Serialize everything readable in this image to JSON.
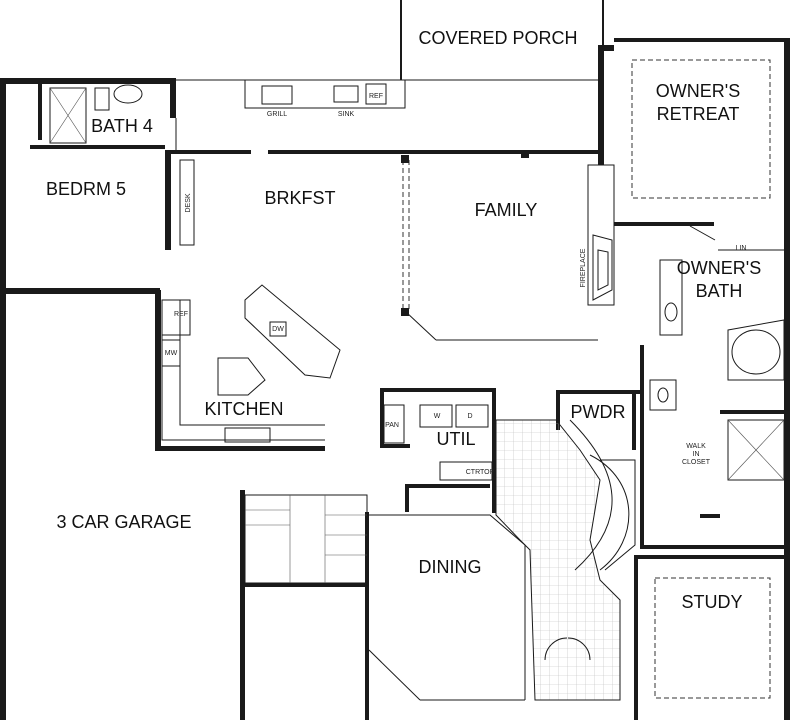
{
  "rooms": {
    "covered_porch": "COVERED PORCH",
    "owners_retreat_line1": "OWNER'S",
    "owners_retreat_line2": "RETREAT",
    "bath4": "BATH 4",
    "bedrm5": "BEDRM 5",
    "brkfst": "BRKFST",
    "family": "FAMILY",
    "owners_bath_line1": "OWNER'S",
    "owners_bath_line2": "BATH",
    "kitchen": "KITCHEN",
    "util": "UTIL",
    "pwdr": "PWDR",
    "garage": "3 CAR GARAGE",
    "dining": "DINING",
    "study": "STUDY"
  },
  "fixtures": {
    "grill": "GRILL",
    "sink": "SINK",
    "ref_porch": "REF",
    "desk": "DESK",
    "ref_kitchen": "REF",
    "mw": "MW",
    "dw": "DW",
    "pan": "PAN",
    "washer": "W",
    "dryer": "D",
    "ctrtop": "CTRTOP",
    "fireplace": "FIREPLACE",
    "lin": "LIN",
    "walk_in_closet_1": "WALK",
    "walk_in_closet_2": "IN",
    "walk_in_closet_3": "CLOSET"
  },
  "colors": {
    "wall": "#1a1a1a",
    "background": "#ffffff",
    "tile": "#bbbbbb"
  }
}
